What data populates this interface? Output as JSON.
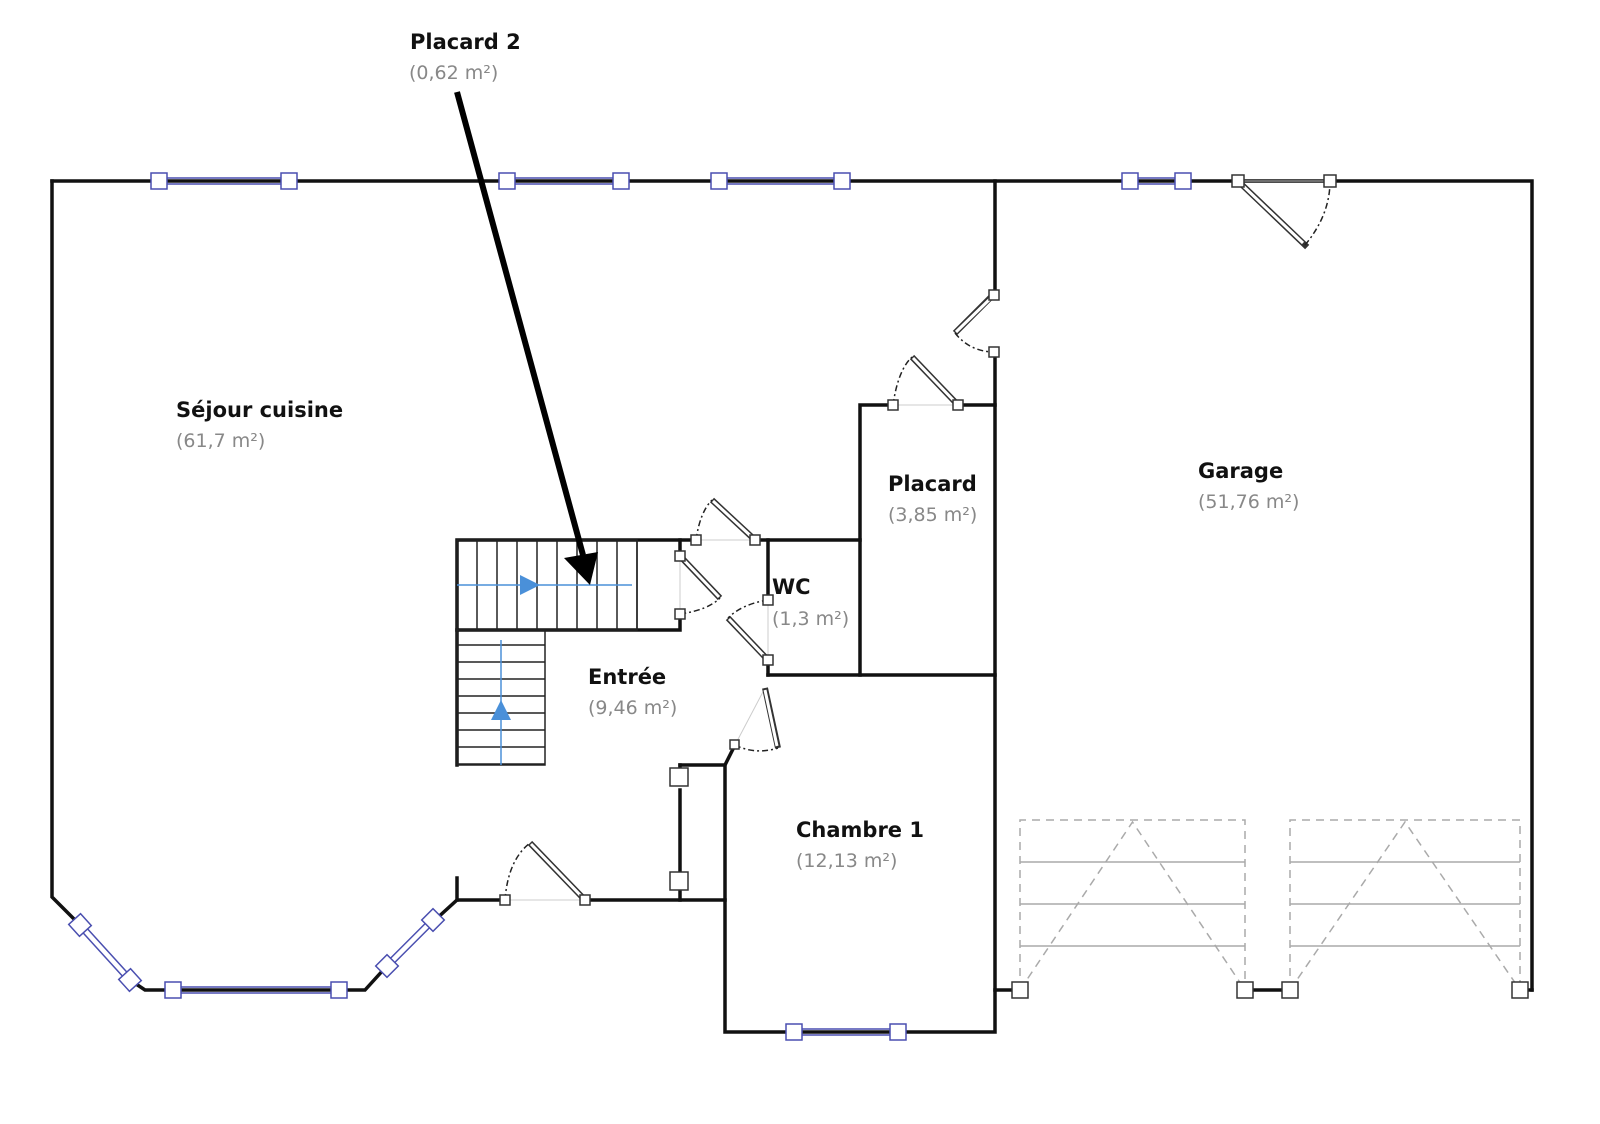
{
  "rooms": [
    {
      "name": "Placard 2",
      "area": "(0,62 m²)"
    },
    {
      "name": "Séjour cuisine",
      "area": "(61,7 m²)"
    },
    {
      "name": "Placard",
      "area": "(3,85 m²)"
    },
    {
      "name": "Garage",
      "area": "(51,76 m²)"
    },
    {
      "name": "WC",
      "area": "(1,3 m²)"
    },
    {
      "name": "Entrée",
      "area": "(9,46 m²)"
    },
    {
      "name": "Chambre 1",
      "area": "(12,13 m²)"
    }
  ],
  "colors": {
    "wall": "#111111",
    "window": "#4a4fb0",
    "stair_arrow": "#4a90d9",
    "garage_door": "#aaaaaa"
  }
}
